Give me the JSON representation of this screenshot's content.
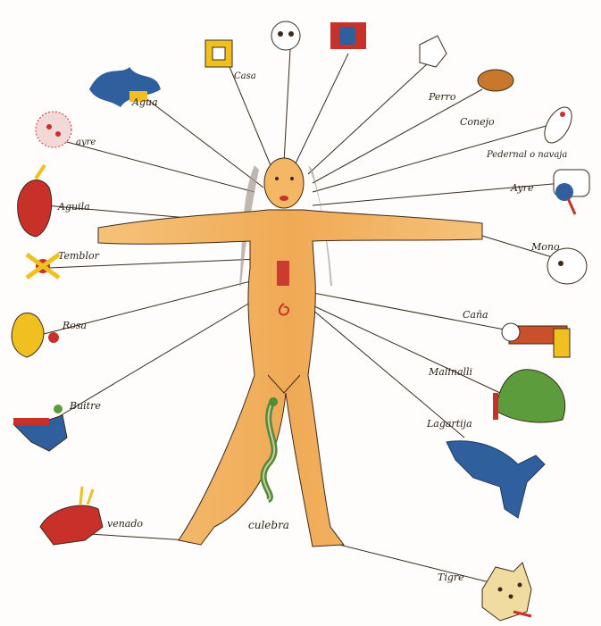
{
  "figure": {
    "central_label": "culebra",
    "colors": {
      "skin": "#f2b35e",
      "skin_shade": "#e49a45",
      "ink": "#3a2a1c",
      "hair": "#9a8f86",
      "red": "#c8302a",
      "blue": "#2f5f9c",
      "green": "#5c9c3c",
      "yellow": "#f0c020"
    }
  },
  "signs": [
    {
      "id": "agua",
      "label": "Agua",
      "icon": "water-glyph-icon"
    },
    {
      "id": "casa",
      "label": "Casa",
      "icon": "house-glyph-icon"
    },
    {
      "id": "muerte",
      "label": "",
      "icon": "skull-glyph-icon"
    },
    {
      "id": "viento",
      "label": "",
      "icon": "wind-glyph-icon"
    },
    {
      "id": "perro",
      "label": "Perro",
      "icon": "dog-glyph-icon"
    },
    {
      "id": "conejo",
      "label": "Conejo",
      "icon": "rabbit-glyph-icon"
    },
    {
      "id": "pedernal",
      "label": "Pedernal o navaja",
      "icon": "flint-knife-icon"
    },
    {
      "id": "ayre",
      "label": "Ayre",
      "icon": "eagle-head-icon"
    },
    {
      "id": "mono",
      "label": "Mono",
      "icon": "monkey-glyph-icon"
    },
    {
      "id": "caña",
      "label": "Caña",
      "icon": "reed-glyph-icon"
    },
    {
      "id": "malinalli",
      "label": "Malinalli",
      "icon": "grass-glyph-icon"
    },
    {
      "id": "lagartija",
      "label": "Lagartija",
      "icon": "lizard-glyph-icon"
    },
    {
      "id": "tigre",
      "label": "Tigre",
      "icon": "jaguar-glyph-icon"
    },
    {
      "id": "venado",
      "label": "venado",
      "icon": "deer-glyph-icon"
    },
    {
      "id": "buitre",
      "label": "Buitre",
      "icon": "vulture-glyph-icon"
    },
    {
      "id": "rosa",
      "label": "Rosa",
      "icon": "flower-glyph-icon"
    },
    {
      "id": "temblor",
      "label": "Temblor",
      "icon": "movement-glyph-icon"
    },
    {
      "id": "aguila",
      "label": "Aguila",
      "icon": "eagle-glyph-icon"
    },
    {
      "id": "ayre2",
      "label": "ayre",
      "icon": "rain-glyph-icon"
    }
  ]
}
